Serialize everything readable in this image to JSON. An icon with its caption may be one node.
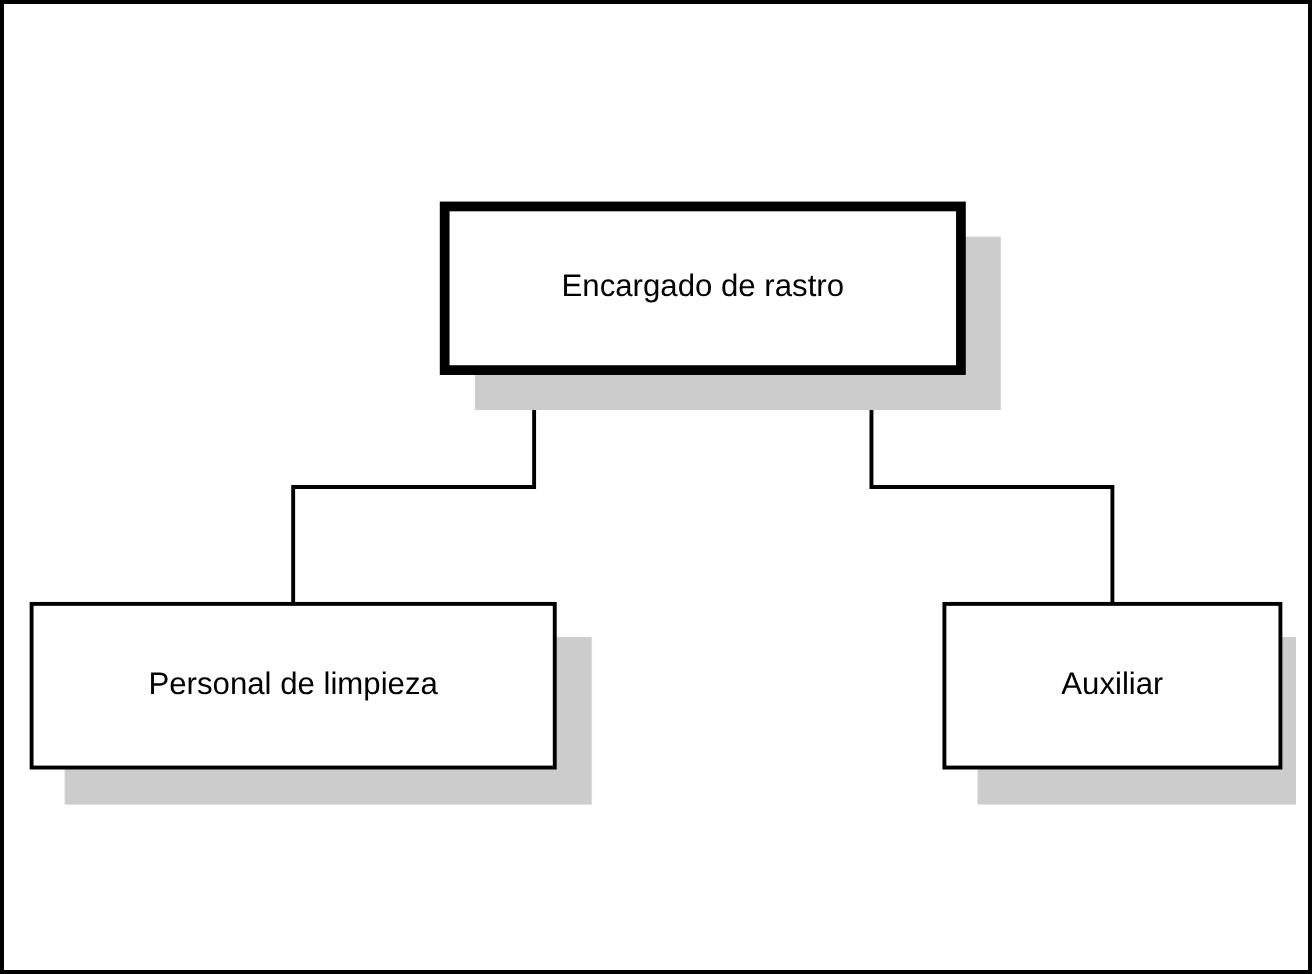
{
  "diagram": {
    "nodes": [
      {
        "text": [
          "Encargado de rastro"
        ]
      },
      {
        "text": [
          "Personal de limpieza"
        ]
      },
      {
        "text": [
          "Auxiliar"
        ]
      }
    ],
    "edges": [
      {
        "from": 0,
        "to": 1,
        "arrow": "none"
      },
      {
        "from": 0,
        "to": 2,
        "arrow": "none"
      }
    ]
  }
}
